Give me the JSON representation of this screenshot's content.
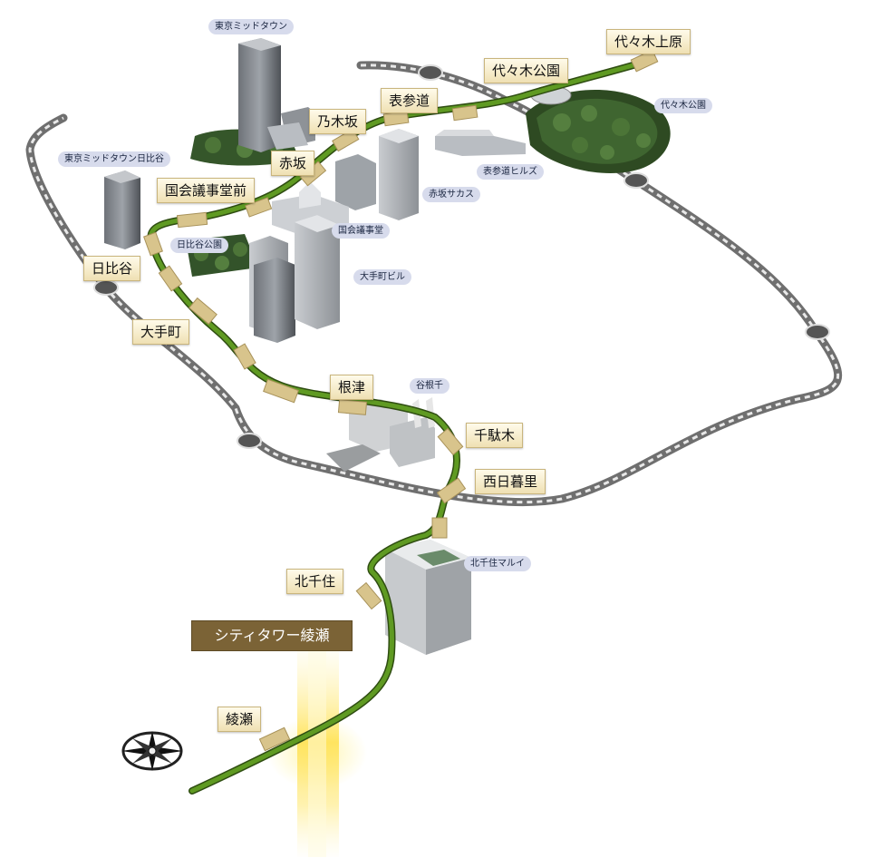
{
  "stations": {
    "yoyogi_uehara": "代々木上原",
    "yoyogi_koen": "代々木公園",
    "omotesando": "表参道",
    "nogizaka": "乃木坂",
    "akasaka": "赤坂",
    "kokkai_gijidomae": "国会議事堂前",
    "hibiya": "日比谷",
    "otemachi": "大手町",
    "nezu": "根津",
    "sendagi": "千駄木",
    "nishi_nippori": "西日暮里",
    "kita_senju": "北千住",
    "ayase": "綾瀬"
  },
  "landmarks": {
    "tokyo_midtown": "東京ミッドタウン",
    "tokyo_midtown_hibiya": "東京ミッドタウン日比谷",
    "yoyogi_park": "代々木公園",
    "omotesando_hills": "表参道ヒルズ",
    "akasaka_sacas": "赤坂サカス",
    "national_diet": "国会議事堂",
    "hibiya_park": "日比谷公園",
    "otemachi_bldg": "大手町ビル",
    "yanesen": "谷根千",
    "kitasenju_marui": "北千住マルイ"
  },
  "highlight": {
    "label": "シティタワー綾瀬"
  },
  "colors": {
    "chiyoda_line": "#4f7f1a",
    "jr_loop": "#7a7a7a",
    "station_plate": "#d8c48c",
    "hero_label": "#7b6336"
  },
  "icons": {
    "compass": "compass-rose-icon",
    "beam": "light-beam-icon"
  }
}
